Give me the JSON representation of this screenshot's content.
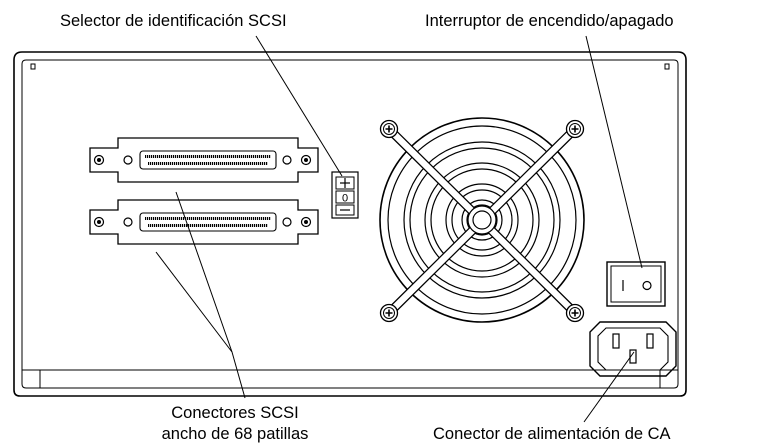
{
  "labels": {
    "scsi_id_selector": "Selector de identificación SCSI",
    "power_switch": "Interruptor de encendido/apagado",
    "scsi_connectors_line1": "Conectores SCSI",
    "scsi_connectors_line2": "ancho de 68 patillas",
    "ac_connector": "Conector de alimentación de CA"
  },
  "scsi_id_display": "0",
  "colors": {
    "ink": "#000000",
    "background": "#ffffff"
  }
}
